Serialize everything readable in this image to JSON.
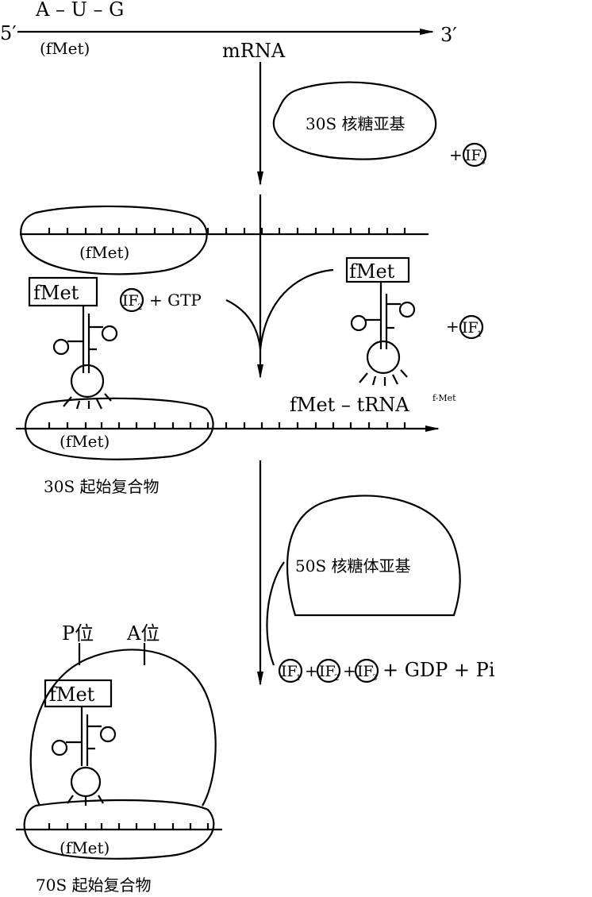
{
  "mrna": {
    "five_prime": "5′",
    "three_prime": "3′",
    "codon": "A – U – G",
    "codon_aa": "(fMet)",
    "label": "mRNA"
  },
  "step1": {
    "subunit_label": "30S 核糖亚基",
    "factor": "IF",
    "factor_sub": "3",
    "plus": "+"
  },
  "step2": {
    "bound_aa": "(fMet)",
    "trna_box": "fMet",
    "factor": "IF",
    "factor_sub": "2",
    "gtp": "+ GTP",
    "incoming_trna_box": "fMet",
    "incoming_factor": "IF",
    "incoming_factor_sub": "1",
    "plus": "+",
    "trna_label": "fMet – tRNA",
    "trna_label_sup": "f-Met"
  },
  "step3": {
    "bound_aa": "(fMet)",
    "complex_label": "30S 起始复合物",
    "subunit_label": "50S 核糖体亚基",
    "released": [
      "IF",
      "IF",
      "IF"
    ],
    "released_subs": [
      "1",
      "2",
      "3"
    ],
    "plus": "+",
    "products": "+ GDP + Pi"
  },
  "step4": {
    "p_site": "P位",
    "a_site": "A位",
    "trna_box": "fMet",
    "bound_aa": "(fMet)",
    "complex_label": "70S 起始复合物"
  }
}
